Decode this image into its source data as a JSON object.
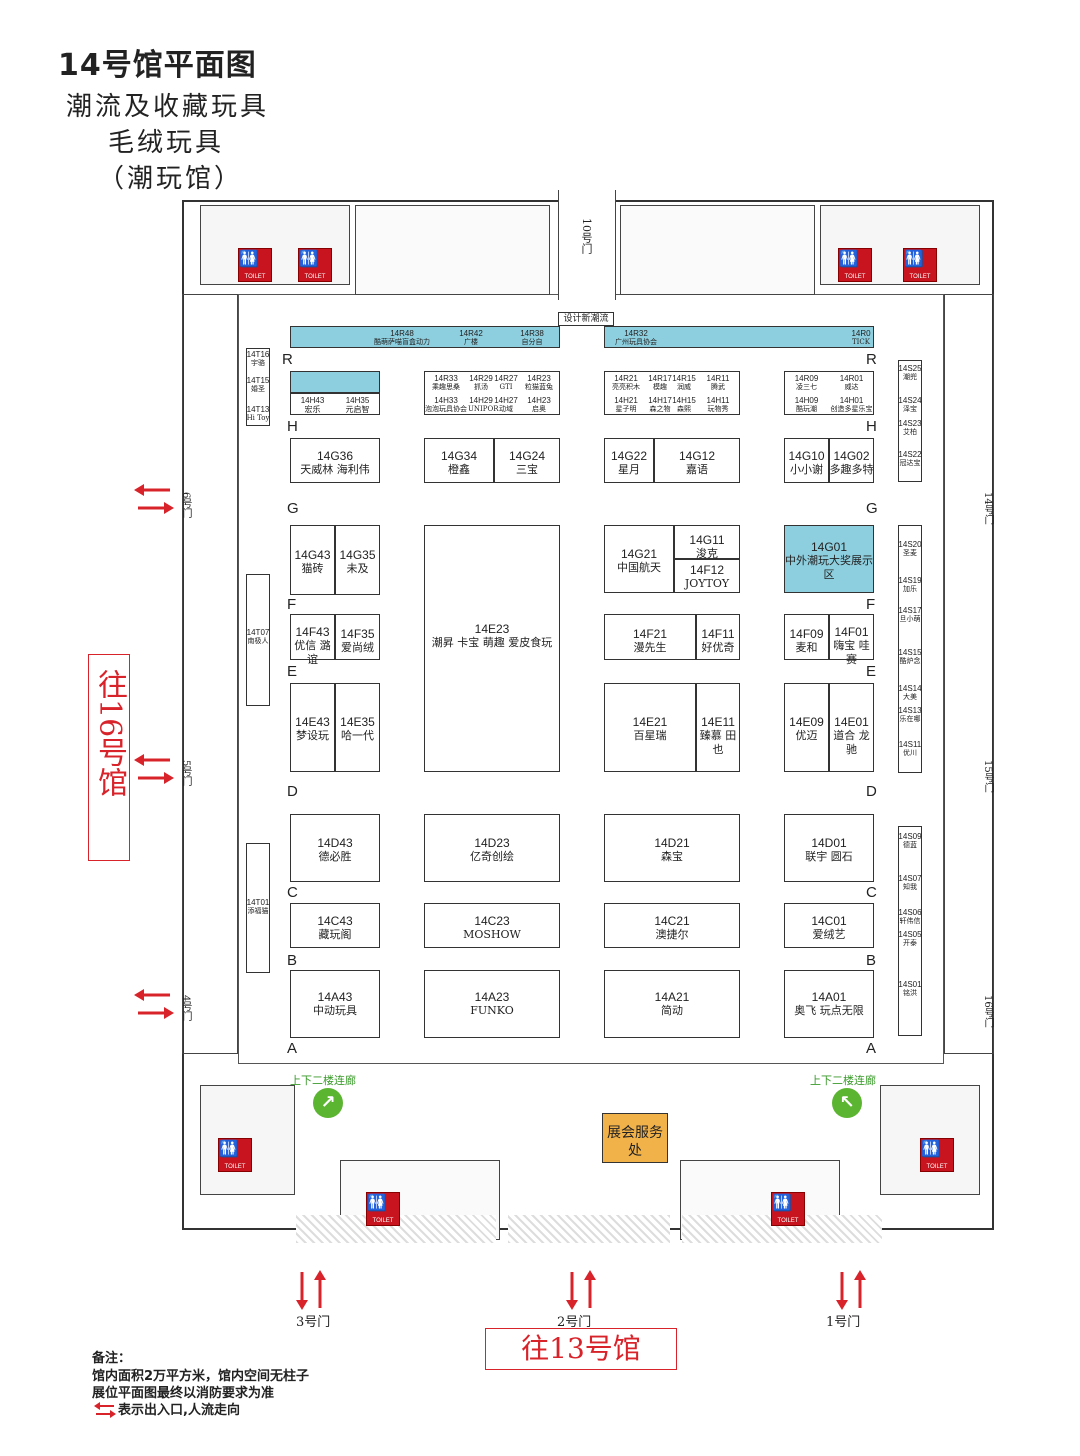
{
  "header": {
    "title": "14号馆平面图",
    "line1": "潮流及收藏玩具",
    "line2": "毛绒玩具",
    "line3": "（潮玩馆）"
  },
  "doors": {
    "top": "10号门",
    "left_upper": "6号门",
    "left_mid": "5号门",
    "left_lower": "4号门",
    "right_upper": "14号门",
    "right_mid": "15号门",
    "right_lower": "16号门",
    "bottom_left": "3号门",
    "bottom_mid": "2号门",
    "bottom_right": "1号门"
  },
  "directions": {
    "to_16": "往16号馆",
    "to_13": "往13号馆"
  },
  "row_labels": [
    "R",
    "H",
    "G",
    "F",
    "E",
    "D",
    "C",
    "B",
    "A"
  ],
  "corridor": "上下二楼连廊",
  "service": "展会服务处",
  "design_area": "设计新潮流",
  "toilet_label": "TOILET",
  "notes": {
    "heading": "备注：",
    "line1": "馆内面积2万平方米，馆内空间无柱子",
    "line2": "展位平面图最终以消防要求为准",
    "line3": "表示出入口,人流走向"
  },
  "booths": {
    "R48": {
      "code": "14R48",
      "name": "酷萌萨喵盲盒动力"
    },
    "R42": {
      "code": "14R42",
      "name": "广楼"
    },
    "R38": {
      "code": "14R38",
      "name": "自分自"
    },
    "R32": {
      "code": "14R32",
      "name": "广州玩具协会"
    },
    "R_right_end": {
      "code": "14R0",
      "name": "TICK"
    },
    "R33": {
      "code": "14R33",
      "name": "乘趣思桑"
    },
    "R29": {
      "code": "14R29",
      "name": "抓汤"
    },
    "R27": {
      "code": "14R27",
      "name": "GTI"
    },
    "R23": {
      "code": "14R23",
      "name": "粒猫蓝兔"
    },
    "H33": {
      "code": "14H33",
      "name": "泡泡玩具协会"
    },
    "H29": {
      "code": "14H29",
      "name": "UNIPOR"
    },
    "H27": {
      "code": "14H27",
      "name": "动域"
    },
    "H23": {
      "code": "14H23",
      "name": "启奥"
    },
    "R21": {
      "code": "14R21",
      "name": "亮亮积木"
    },
    "R17": {
      "code": "14R17",
      "name": "模趣"
    },
    "R15": {
      "code": "14R15",
      "name": "润威"
    },
    "R11": {
      "code": "14R11",
      "name": "腾武"
    },
    "H21": {
      "code": "14H21",
      "name": "星子明"
    },
    "H17": {
      "code": "14H17",
      "name": "森之物"
    },
    "H15": {
      "code": "14H15",
      "name": "森熙"
    },
    "H11": {
      "code": "14H11",
      "name": "玩物秀"
    },
    "R09": {
      "code": "14R09",
      "name": "凌三七"
    },
    "R01": {
      "code": "14R01",
      "name": "威达"
    },
    "H09": {
      "code": "14H09",
      "name": "酷玩潮"
    },
    "H01": {
      "code": "14H01",
      "name": "创造多星乐宝"
    },
    "H43": {
      "code": "14H43",
      "name": "宏乐"
    },
    "H35": {
      "code": "14H35",
      "name": "元启智"
    },
    "T16": {
      "code": "14T16",
      "name": "宇骆"
    },
    "T15": {
      "code": "14T15",
      "name": "婚圣"
    },
    "T13": {
      "code": "14T13",
      "name": "Hi Toy"
    },
    "G36": {
      "code": "14G36",
      "name": "天威林   海利伟"
    },
    "G34": {
      "code": "14G34",
      "name": "橙鑫"
    },
    "G24": {
      "code": "14G24",
      "name": "三宝"
    },
    "G22": {
      "code": "14G22",
      "name": "星月"
    },
    "G12": {
      "code": "14G12",
      "name": "嘉语"
    },
    "G10": {
      "code": "14G10",
      "name": "小小谢"
    },
    "G02": {
      "code": "14G02",
      "name": "多趣多特"
    },
    "G43": {
      "code": "14G43",
      "name": "猫砖"
    },
    "G35": {
      "code": "14G35",
      "name": "未及"
    },
    "E23": {
      "code": "14E23",
      "name": "潮昇  卡宝  萌趣  爱皮食玩"
    },
    "G21": {
      "code": "14G21",
      "name": "中国航天"
    },
    "G11": {
      "code": "14G11",
      "name": "浚克"
    },
    "F12": {
      "code": "14F12",
      "name": "JOYTOY"
    },
    "G01": {
      "code": "14G01",
      "name": "中外潮玩大奖展示区"
    },
    "F43": {
      "code": "14F43",
      "name": "优信 潞谊"
    },
    "F35": {
      "code": "14F35",
      "name": "爱尚绒"
    },
    "F21": {
      "code": "14F21",
      "name": "漫先生"
    },
    "F11": {
      "code": "14F11",
      "name": "好优奇"
    },
    "F09": {
      "code": "14F09",
      "name": "麦和"
    },
    "F01": {
      "code": "14F01",
      "name": "嗨宝 哇赛"
    },
    "E43": {
      "code": "14E43",
      "name": "梦设玩"
    },
    "E35": {
      "code": "14E35",
      "name": "哈一代"
    },
    "E21": {
      "code": "14E21",
      "name": "百星瑞"
    },
    "E11": {
      "code": "14E11",
      "name": "臻慕 田也"
    },
    "E09": {
      "code": "14E09",
      "name": "优迈"
    },
    "E01": {
      "code": "14E01",
      "name": "道合 龙驰"
    },
    "T07": {
      "code": "14T07",
      "name": "南极人"
    },
    "T01": {
      "code": "14T01",
      "name": "添福猫"
    },
    "D43": {
      "code": "14D43",
      "name": "德必胜"
    },
    "D23": {
      "code": "14D23",
      "name": "亿奇创绘"
    },
    "D21": {
      "code": "14D21",
      "name": "森宝"
    },
    "D01": {
      "code": "14D01",
      "name": "联宇 圆石"
    },
    "C43": {
      "code": "14C43",
      "name": "藏玩阁"
    },
    "C23": {
      "code": "14C23",
      "name": "MOSHOW"
    },
    "C21": {
      "code": "14C21",
      "name": "澳捷尔"
    },
    "C01": {
      "code": "14C01",
      "name": "爱绒艺"
    },
    "A43": {
      "code": "14A43",
      "name": "中动玩具"
    },
    "A23": {
      "code": "14A23",
      "name": "FUNKO"
    },
    "A21": {
      "code": "14A21",
      "name": "简动"
    },
    "A01": {
      "code": "14A01",
      "name": "奥飞 玩点无限"
    },
    "S25": {
      "code": "14S25",
      "name": "潮兜"
    },
    "S24": {
      "code": "14S24",
      "name": "泽宝"
    },
    "S23": {
      "code": "14S23",
      "name": "艾柏"
    },
    "S22": {
      "code": "14S22",
      "name": "冠达宝"
    },
    "S20": {
      "code": "14S20",
      "name": "圣麦"
    },
    "S19": {
      "code": "14S19",
      "name": "加乐"
    },
    "S17": {
      "code": "14S17",
      "name": "旦小萌"
    },
    "S15": {
      "code": "14S15",
      "name": "酷炉念"
    },
    "S14": {
      "code": "14S14",
      "name": "大美"
    },
    "S13": {
      "code": "14S13",
      "name": "乐在哪"
    },
    "S11": {
      "code": "14S11",
      "name": "优川"
    },
    "S09": {
      "code": "14S09",
      "name": "德蓝"
    },
    "S07": {
      "code": "14S07",
      "name": "知我"
    },
    "S06": {
      "code": "14S06",
      "name": "轩伟信"
    },
    "S05": {
      "code": "14S05",
      "name": "开泰"
    },
    "S01": {
      "code": "14S01",
      "name": "铭洪"
    }
  },
  "colors": {
    "accent_red": "#d8232a",
    "booth_blue": "#8ecfdf",
    "service_orange": "#f2b24a",
    "green": "#5cb531"
  }
}
